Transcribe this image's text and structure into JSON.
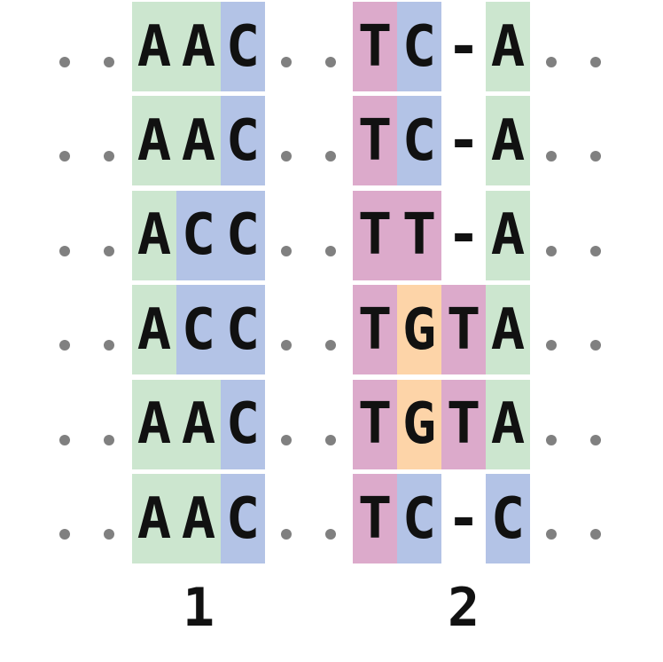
{
  "colors": {
    "A": "#cce6cf",
    "C": "#b3c3e6",
    "T": "#dcaacb",
    "G": "#fdd4a8",
    "-": "#ffffff",
    "dot": "#808080"
  },
  "gap_char": "-",
  "sequences": [
    {
      "block1": "AAC",
      "block2": "TC-A"
    },
    {
      "block1": "AAC",
      "block2": "TC-A"
    },
    {
      "block1": "ACC",
      "block2": "TT-A"
    },
    {
      "block1": "ACC",
      "block2": "TGTA"
    },
    {
      "block1": "AAC",
      "block2": "TGTA"
    },
    {
      "block1": "AAC",
      "block2": "TC-C"
    }
  ],
  "block_labels": [
    "1",
    "2"
  ]
}
